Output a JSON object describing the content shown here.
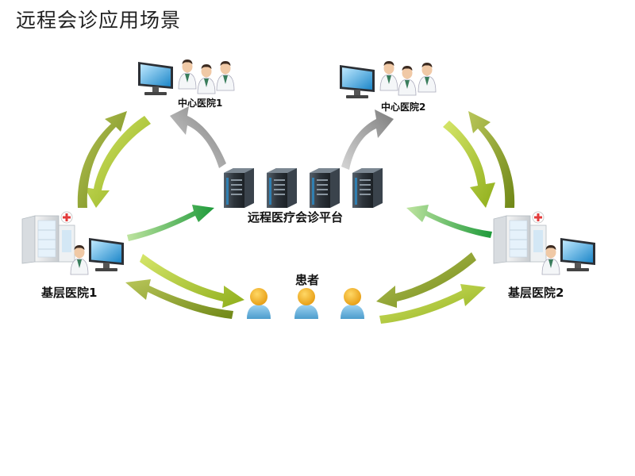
{
  "title": "远程会诊应用场景",
  "nodes": {
    "center1": "中心医院1",
    "center2": "中心医院2",
    "platform": "远程医疗会诊平台",
    "patients": "患者",
    "base1": "基层医院1",
    "base2": "基层医院2"
  },
  "icons": {
    "doctor": "doctor-icon",
    "monitor": "monitor-icon",
    "server": "server-icon",
    "hospital": "hospital-building-icon",
    "patient": "patient-icon"
  },
  "colors": {
    "arrow_lime": "#a9c52d",
    "arrow_olive": "#8ea21d",
    "arrow_green": "#2aa33f",
    "arrow_gray": "#8c8c8c",
    "patient_head": "#f3b01c",
    "patient_body": "#6fb3dd",
    "cross_red": "#e23b3b"
  }
}
